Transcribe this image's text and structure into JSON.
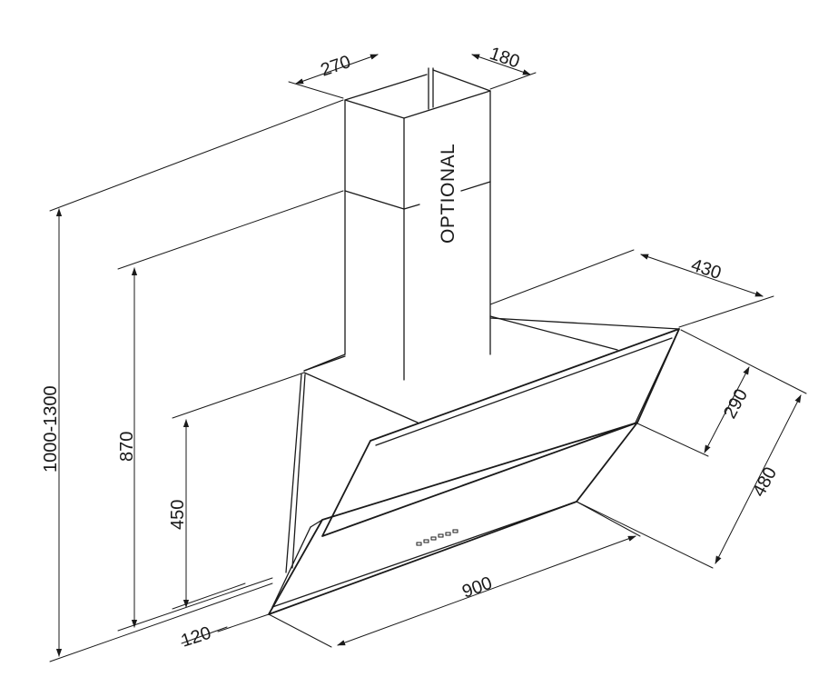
{
  "labels": {
    "optional": "OPTIONAL"
  },
  "dimensions": {
    "total_height": "1000-1300",
    "height_870": "870",
    "height_450": "450",
    "offset_120": "120",
    "width_900": "900",
    "depth_430": "430",
    "depth_290": "290",
    "depth_480": "480",
    "chimney_270": "270",
    "chimney_180": "180"
  },
  "colors": {
    "line": "#1a1a1a",
    "background": "#ffffff"
  }
}
